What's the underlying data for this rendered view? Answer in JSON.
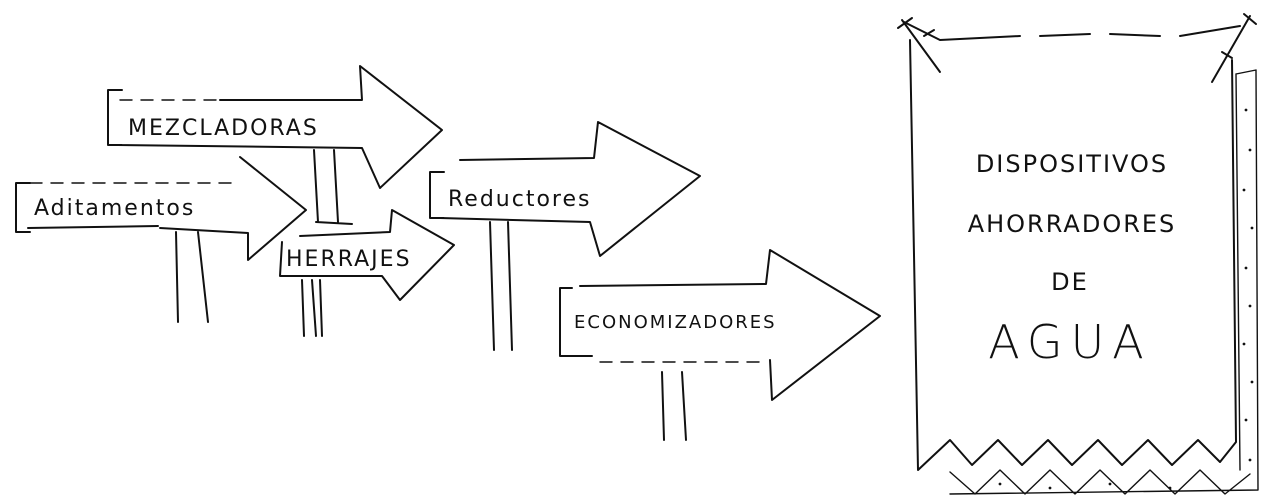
{
  "signs": [
    {
      "id": "mezcladoras",
      "label": "MEZCLADORAS"
    },
    {
      "id": "aditamentos",
      "label": "Aditamentos"
    },
    {
      "id": "herrajes",
      "label": "HERRAJES"
    },
    {
      "id": "reductores",
      "label": "Reductores"
    },
    {
      "id": "economizadores",
      "label": "ECONOMIZADORES"
    }
  ],
  "banner": {
    "line1": "DISPOSITIVOS",
    "line2": "AHORRADORES",
    "line3": "DE",
    "line4": "AGUA"
  }
}
